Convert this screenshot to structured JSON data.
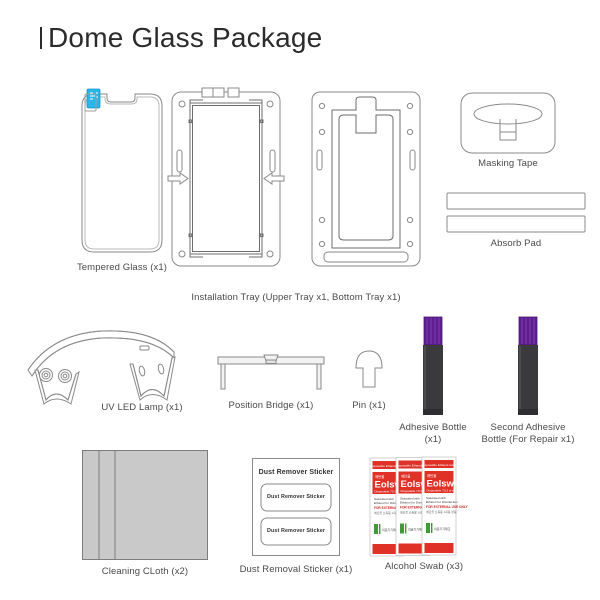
{
  "page": {
    "title": "Dome Glass Package",
    "background_color": "#ffffff",
    "title_color": "#2b2b2b"
  },
  "colors": {
    "outline": "#8a8a8a",
    "outline_dark": "#6e6e6e",
    "glass_tab": "#29b6e8",
    "bottle_cap": "#5d1f8f",
    "bottle_body": "#3a3a3c",
    "cloth_fill": "#c9c9c9",
    "swab_red": "#e03127",
    "swab_white": "#ffffff",
    "swab_green": "#3f9b35"
  },
  "items": [
    {
      "id": "tempered-glass",
      "name": "tempered-glass",
      "caption": "Tempered Glass (x1)",
      "quantity": "x1",
      "tab_color": "#29b6e8"
    },
    {
      "id": "installation-tray",
      "name": "installation-tray",
      "caption": "Installation Tray (Upper Tray x1, Bottom Tray x1)",
      "parts": [
        "Upper Tray x1",
        "Bottom Tray x1"
      ]
    },
    {
      "id": "masking-tape",
      "name": "masking-tape",
      "caption": "Masking Tape"
    },
    {
      "id": "absorb-pad",
      "name": "absorb-pad",
      "caption": "Absorb Pad",
      "count": 2
    },
    {
      "id": "uv-led-lamp",
      "name": "uv-led-lamp",
      "caption": "UV LED Lamp (x1)",
      "quantity": "x1"
    },
    {
      "id": "position-bridge",
      "name": "position-bridge",
      "caption": "Position Bridge (x1)",
      "quantity": "x1"
    },
    {
      "id": "pin",
      "name": "pin",
      "caption": "Pin (x1)",
      "quantity": "x1"
    },
    {
      "id": "adhesive-bottle",
      "name": "adhesive-bottle",
      "caption": "Adhesive Bottle\n(x1)",
      "quantity": "x1"
    },
    {
      "id": "second-adhesive-bottle",
      "name": "second-adhesive-bottle",
      "caption": "Second Adhesive\nBottle (For Repair x1)",
      "quantity": "x1"
    },
    {
      "id": "cleaning-cloth",
      "name": "cleaning-cloth",
      "caption": "Cleaning CLoth (x2)",
      "quantity": "x2"
    },
    {
      "id": "dust-removal-sticker",
      "name": "dust-removal-sticker",
      "caption": "Dust Removal Sticker (x1)",
      "quantity": "x1",
      "sheet_header": "Dust Remover Sticker",
      "sheet_labels": [
        "Dust Remover Sticker",
        "Dust Remover Sticker"
      ]
    },
    {
      "id": "alcohol-swab",
      "name": "alcohol-swab",
      "caption": "Alcohol Swab (x3)",
      "quantity": "x3",
      "packet": {
        "brand": "Eolswab",
        "subtitle": "Disposable 70.3 of swab",
        "line1": "Saturated with",
        "line2": "Ethanol for Disinfection",
        "line3": "FOR EXTERNAL USE ONLY",
        "line4": "에탄올 소독용 1회용 면봉"
      },
      "count": 3
    }
  ]
}
